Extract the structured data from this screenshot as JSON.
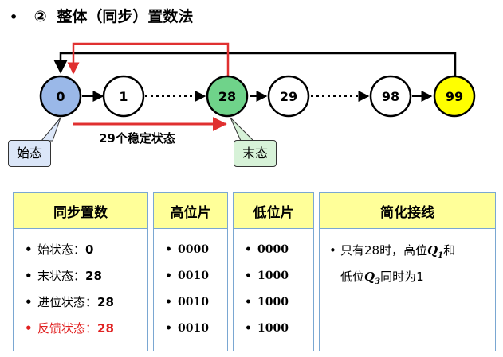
{
  "heading": {
    "bullet": "•",
    "number": "②",
    "text": "整体（同步）置数法"
  },
  "diagram": {
    "nodes": [
      {
        "label": "0",
        "fill": "#9ab8e8"
      },
      {
        "label": "1",
        "fill": "#ffffff"
      },
      {
        "label": "28",
        "fill": "#6fd38a"
      },
      {
        "label": "29",
        "fill": "#ffffff"
      },
      {
        "label": "98",
        "fill": "#ffffff"
      },
      {
        "label": "99",
        "fill": "#ffff00"
      }
    ],
    "caption": "29个稳定状态",
    "start_label": "始态",
    "end_label": "末态",
    "colors": {
      "feedback": "#e03030",
      "arrow": "#000000"
    }
  },
  "table": {
    "col1": {
      "header": "同步置数",
      "rows": [
        {
          "label": "始状态：",
          "value": "0"
        },
        {
          "label": "末状态：",
          "value": "28"
        },
        {
          "label": "进位状态：",
          "value": "28"
        },
        {
          "label": "反馈状态：",
          "value": "28"
        }
      ]
    },
    "col2": {
      "header": "高位片",
      "rows": [
        "0000",
        "0010",
        "0010",
        "0010"
      ]
    },
    "col3": {
      "header": "低位片",
      "rows": [
        "0000",
        "1000",
        "1000",
        "1000"
      ]
    },
    "col4": {
      "header": "简化接线",
      "note_a": "只有28时，高位",
      "q1": "Q",
      "q1_sub": "1",
      "note_b": "和",
      "note_c": "低位",
      "q3": "Q",
      "q3_sub": "3",
      "note_d": "同时为1"
    }
  }
}
